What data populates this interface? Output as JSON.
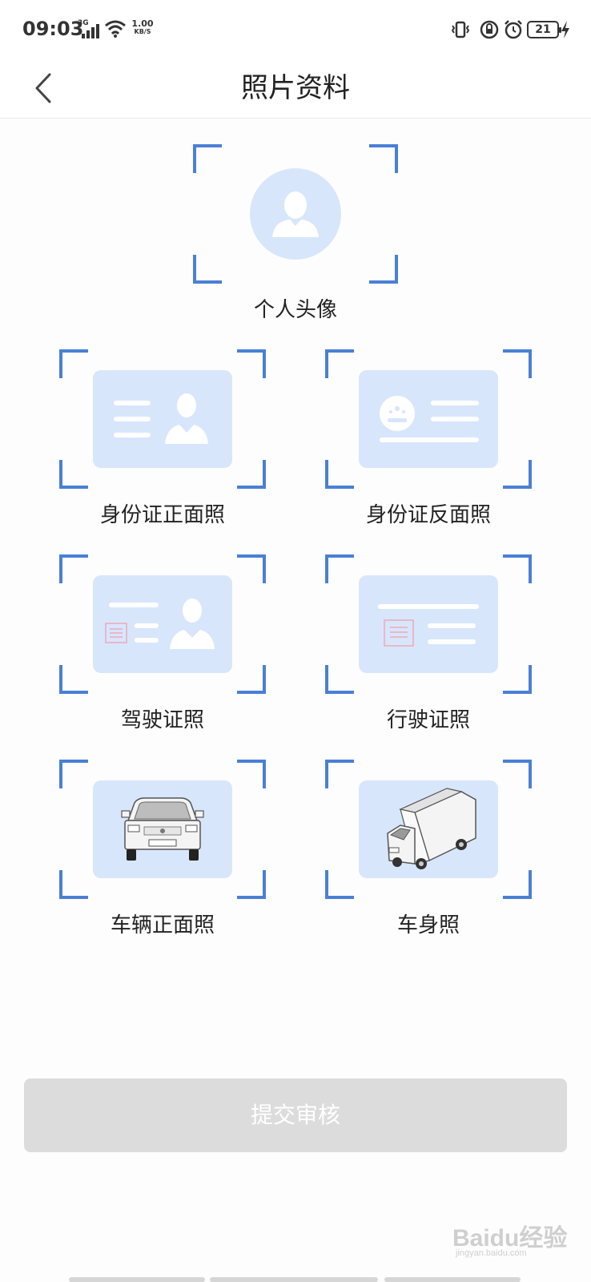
{
  "status_bar": {
    "time": "09:03",
    "network": "3G",
    "speed_value": "1.00",
    "speed_unit": "KB/S",
    "battery": "21",
    "icons": [
      "signal-icon",
      "wifi-icon",
      "vibrate-icon",
      "rotation-lock-icon",
      "alarm-icon",
      "battery-icon",
      "charging-icon"
    ]
  },
  "header": {
    "back_icon": "chevron-left-icon",
    "title": "照片资料"
  },
  "slots": {
    "avatar": {
      "label": "个人头像",
      "icon": "avatar-person-icon"
    },
    "id_front": {
      "label": "身份证正面照",
      "icon": "id-card-front-icon"
    },
    "id_back": {
      "label": "身份证反面照",
      "icon": "id-card-back-icon"
    },
    "driver_license": {
      "label": "驾驶证照",
      "icon": "driver-license-icon"
    },
    "vehicle_license": {
      "label": "行驶证照",
      "icon": "vehicle-license-icon"
    },
    "vehicle_front": {
      "label": "车辆正面照",
      "icon": "car-front-icon"
    },
    "vehicle_body": {
      "label": "车身照",
      "icon": "van-side-icon"
    }
  },
  "submit": {
    "label": "提交审核"
  },
  "watermark": {
    "logo": "Baidu经验",
    "url": "jingyan.baidu.com"
  },
  "colors": {
    "frame_corner": "#4a80d6",
    "card_fill": "#d8e6fc",
    "card_icon": "#ffffff",
    "submit_disabled": "#dcdcdc"
  }
}
